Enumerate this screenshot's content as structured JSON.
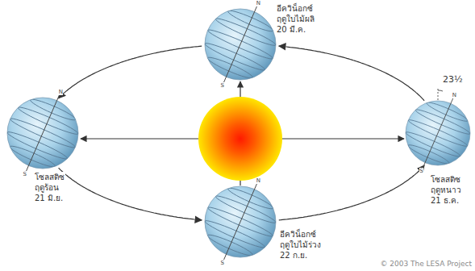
{
  "diagram": {
    "nodes": [
      {
        "text": [
          "อีควิน็อกซ์",
          "ฤดูใบไม้ผลิ",
          "20 มี.ค."
        ]
      },
      {
        "text": [
          "โซลสติซ",
          "ฤดูร้อน",
          "21 มิ.ย."
        ]
      },
      {
        "text": [
          "อีควิน็อกซ์",
          "ฤดูใบไม้ร่วง",
          "22 ก.ย."
        ]
      },
      {
        "text": [
          "โซลสติซ",
          "ฤดูหนาว",
          "21 ธ.ค."
        ]
      }
    ],
    "edges": [
      {
        "from": 0,
        "to": 1,
        "arrow": "to"
      },
      {
        "from": 1,
        "to": 2,
        "arrow": "to"
      },
      {
        "from": 2,
        "to": 3,
        "arrow": "to"
      },
      {
        "from": 3,
        "to": 0,
        "arrow": "to"
      }
    ],
    "labels": [
      "N",
      "S",
      "N",
      "S",
      "N",
      "S",
      "N",
      "S",
      "23½",
      "© 2003  The LESA Project"
    ]
  }
}
